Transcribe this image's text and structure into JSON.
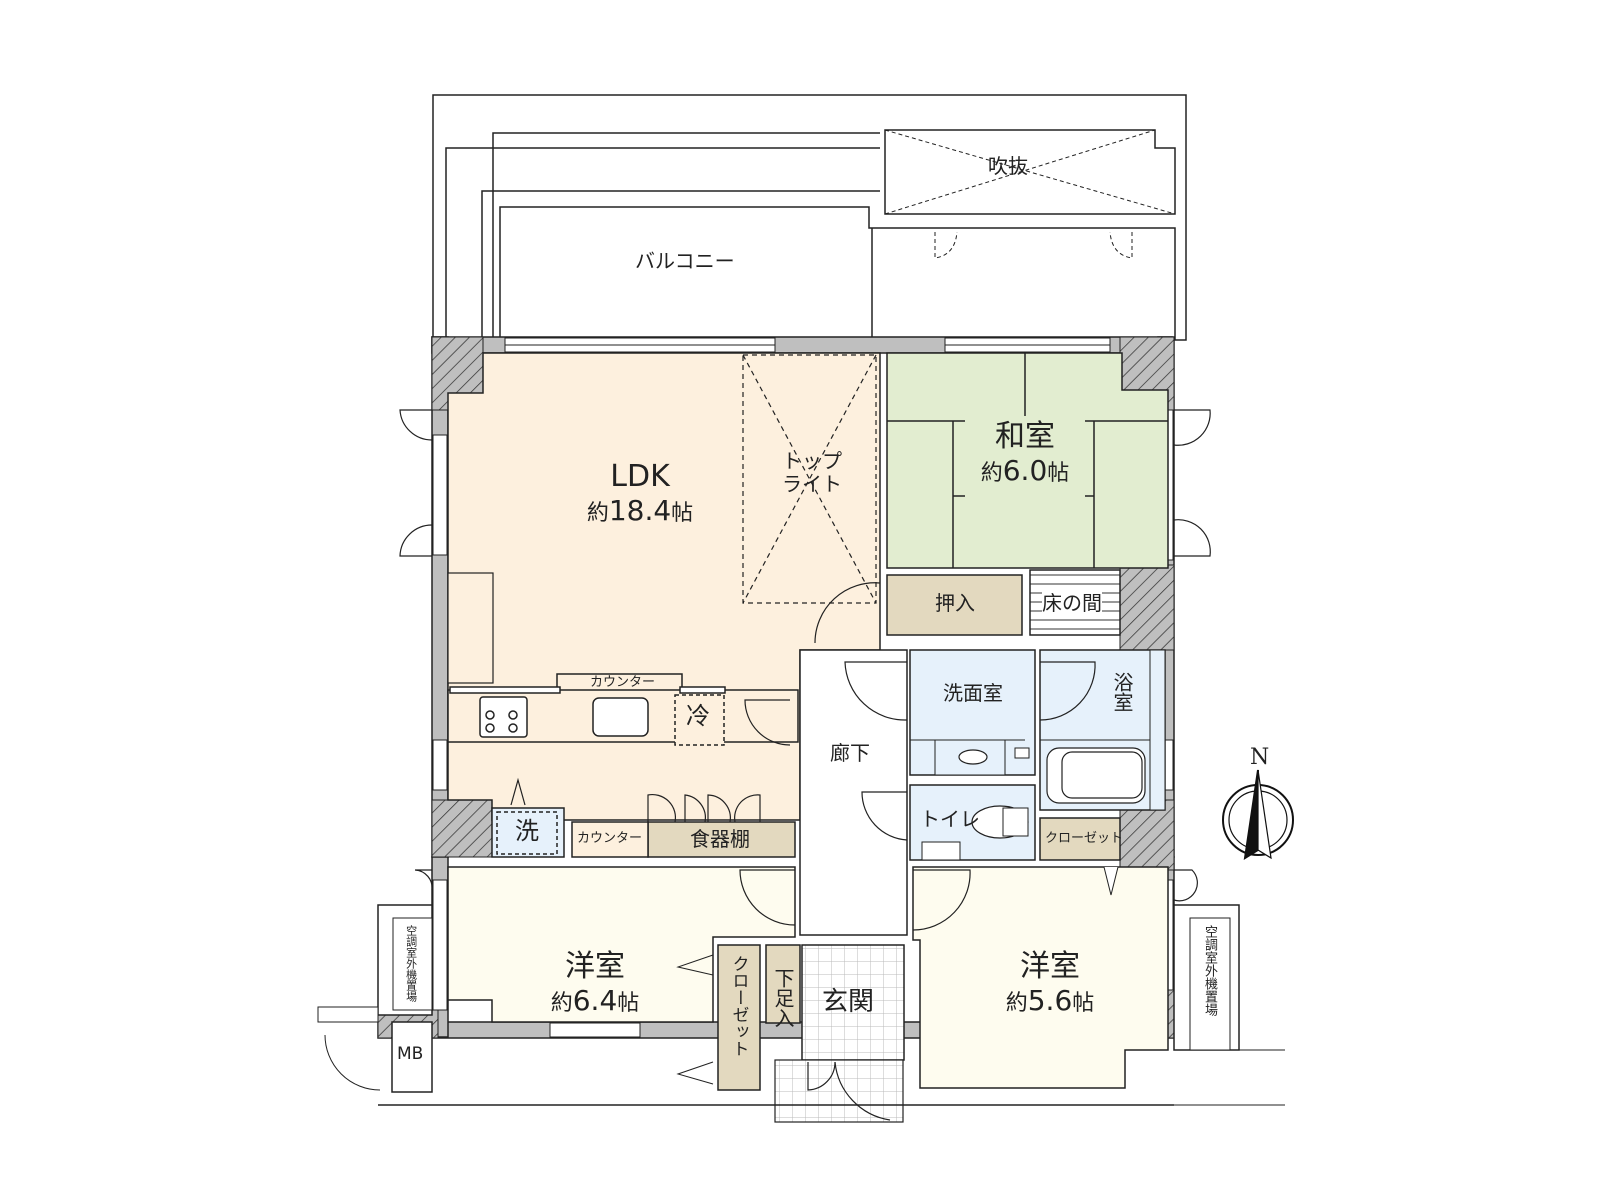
{
  "plan": {
    "balcony": "バルコニー",
    "void": "吹抜",
    "rooms": {
      "ldk": {
        "name": "LDK",
        "prefix": "約",
        "size": "18.4",
        "unit": "帖",
        "color": "#fdf0de"
      },
      "washitsu": {
        "name": "和室",
        "prefix": "約",
        "size": "6.0",
        "unit": "帖",
        "color": "#e2edd0"
      },
      "western1": {
        "name": "洋室",
        "prefix": "約",
        "size": "6.4",
        "unit": "帖",
        "color": "#fefcef"
      },
      "western2": {
        "name": "洋室",
        "prefix": "約",
        "size": "5.6",
        "unit": "帖",
        "color": "#fefcef"
      }
    },
    "labels": {
      "toplight_line1": "トップ",
      "toplight_line2": "ライト",
      "oshiire": "押入",
      "tokonoma": "床の間",
      "counter_top": "カウンター",
      "counter_bottom": "カウンター",
      "fridge": "冷",
      "washer": "洗",
      "dish_cabinet": "食器棚",
      "corridor": "廊下",
      "washroom": "洗面室",
      "bath": "浴室",
      "toilet": "トイレ",
      "closet_small": "クローゼット",
      "closet_vertical": "クローゼット",
      "shoe_box": "下足入",
      "entrance": "玄関",
      "ac_left": "空調室外機置場",
      "ac_right": "空調室外機置場",
      "mb": "MB",
      "north": "N"
    },
    "colors": {
      "wall": "#bfbfbf",
      "storage": "#e3d9bf",
      "wet": "#e6f1fb",
      "line": "#222222"
    }
  }
}
